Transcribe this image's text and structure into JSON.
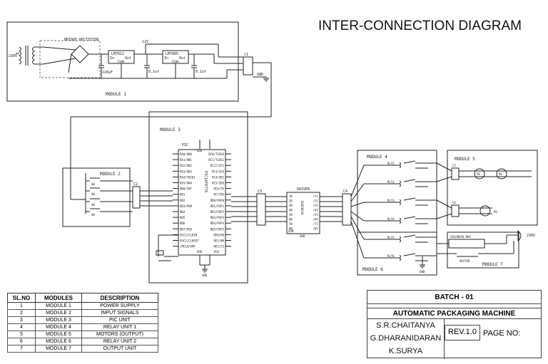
{
  "title": "INTER-CONNECTION DIAGRAM",
  "labels": {
    "bridge": "BRIDGE RECTIFIER",
    "ac_in": "230V",
    "reg1": "LM7812",
    "reg2": "LM7805",
    "reg_in": "In",
    "reg_out": "Out",
    "reg_com": "Com",
    "v12": "12V",
    "c1": "220uF",
    "c2": "0.1uf",
    "c3": "0.1uf",
    "m1": "MODULE 1",
    "gnd1": "GND",
    "c1_conn": "C1",
    "m2": "MODULE 2",
    "sw": "SW",
    "c2_conn": "C2",
    "m3": "MODULE 3",
    "pic": "PIC",
    "vdd": "VDD",
    "vss": "VSS",
    "gnd3": "GND",
    "pic_part": "PIC16F877A",
    "c3_conn": "C3",
    "driver": "DRIVER",
    "uln": "ULN2803A",
    "drv_com": "COM",
    "drv_gnd": "GND",
    "c4_conn": "C4",
    "m4": "MODULE 4",
    "m6": "MODULE 6",
    "gnd6": "GND",
    "m5": "MODULE 5",
    "c5_conn": "C5",
    "c6_conn": "C6",
    "m7": "MODULE 7",
    "solenoid": "SOLENOID BOC",
    "heater": "HEATER",
    "ac_out": "230V"
  },
  "pins_left": [
    "RA0/AN0",
    "RA1/AN1",
    "RA2/AN2",
    "RA3/AN3",
    "RA4/T0CK1",
    "RA5/AN4",
    "RB0/INT",
    "RB1",
    "RB2",
    "RB3/PGM",
    "RB4",
    "RB5",
    "RB6",
    "RB7/PGD",
    "OSC1/CLKIN",
    "OSC2/CLKOUT",
    "/MCLR/VPP"
  ],
  "pins_right": [
    "RC0/T1OSO",
    "RC1/T1OSI",
    "RC2/CCP1",
    "RC3/SCK",
    "RC4/SDI",
    "RC5/SDO",
    "RC6/TX",
    "RC7/RX",
    "RD0/PSP0",
    "RD1/PSP1",
    "RD2/PSP2",
    "RD3/PSP3",
    "RD4/PSP4",
    "RD5/PSP5",
    "RE0/RD",
    "RE1/WR",
    "RE2/CS"
  ],
  "driver_in": [
    "1B",
    "2B",
    "3B",
    "4B",
    "5B",
    "6B",
    "7B",
    "8B"
  ],
  "driver_out": [
    "/1C",
    "/2C",
    "/3C",
    "/4C",
    "/5C",
    "/6C",
    "/7C",
    "/8C"
  ],
  "relays": [
    "RLY1",
    "RLY2",
    "RLY3",
    "RLY4",
    "RLY5",
    "RLY6"
  ],
  "motors": [
    "M1",
    "M2",
    "M3"
  ],
  "table": {
    "headers": [
      "SL.NO",
      "MODULES",
      "DESCRIPTION"
    ],
    "rows": [
      [
        "1",
        "MODULE 1",
        "POWER SUPPLY"
      ],
      [
        "2",
        "MODULE 2",
        "INPUT SIGNALS"
      ],
      [
        "3",
        "MODULE 3",
        "PIC UNIT"
      ],
      [
        "4",
        "MODULE 4",
        "RELAY UNIT 1"
      ],
      [
        "5",
        "MODULE 5",
        "MOTORS (OUTPUT)"
      ],
      [
        "6",
        "MODULE 6",
        "RELAY UNIT 2"
      ],
      [
        "7",
        "MODULE 7",
        "OUTPUT UNIT"
      ]
    ]
  },
  "title_block": {
    "batch": "BATCH - 01",
    "project": "AUTOMATIC PACKAGING MACHINE",
    "authors": [
      "S.R.CHAITANYA",
      "G.DHARANIDARAN",
      "K.SURYA"
    ],
    "rev": "REV.1.0",
    "page": "PAGE NO:"
  }
}
